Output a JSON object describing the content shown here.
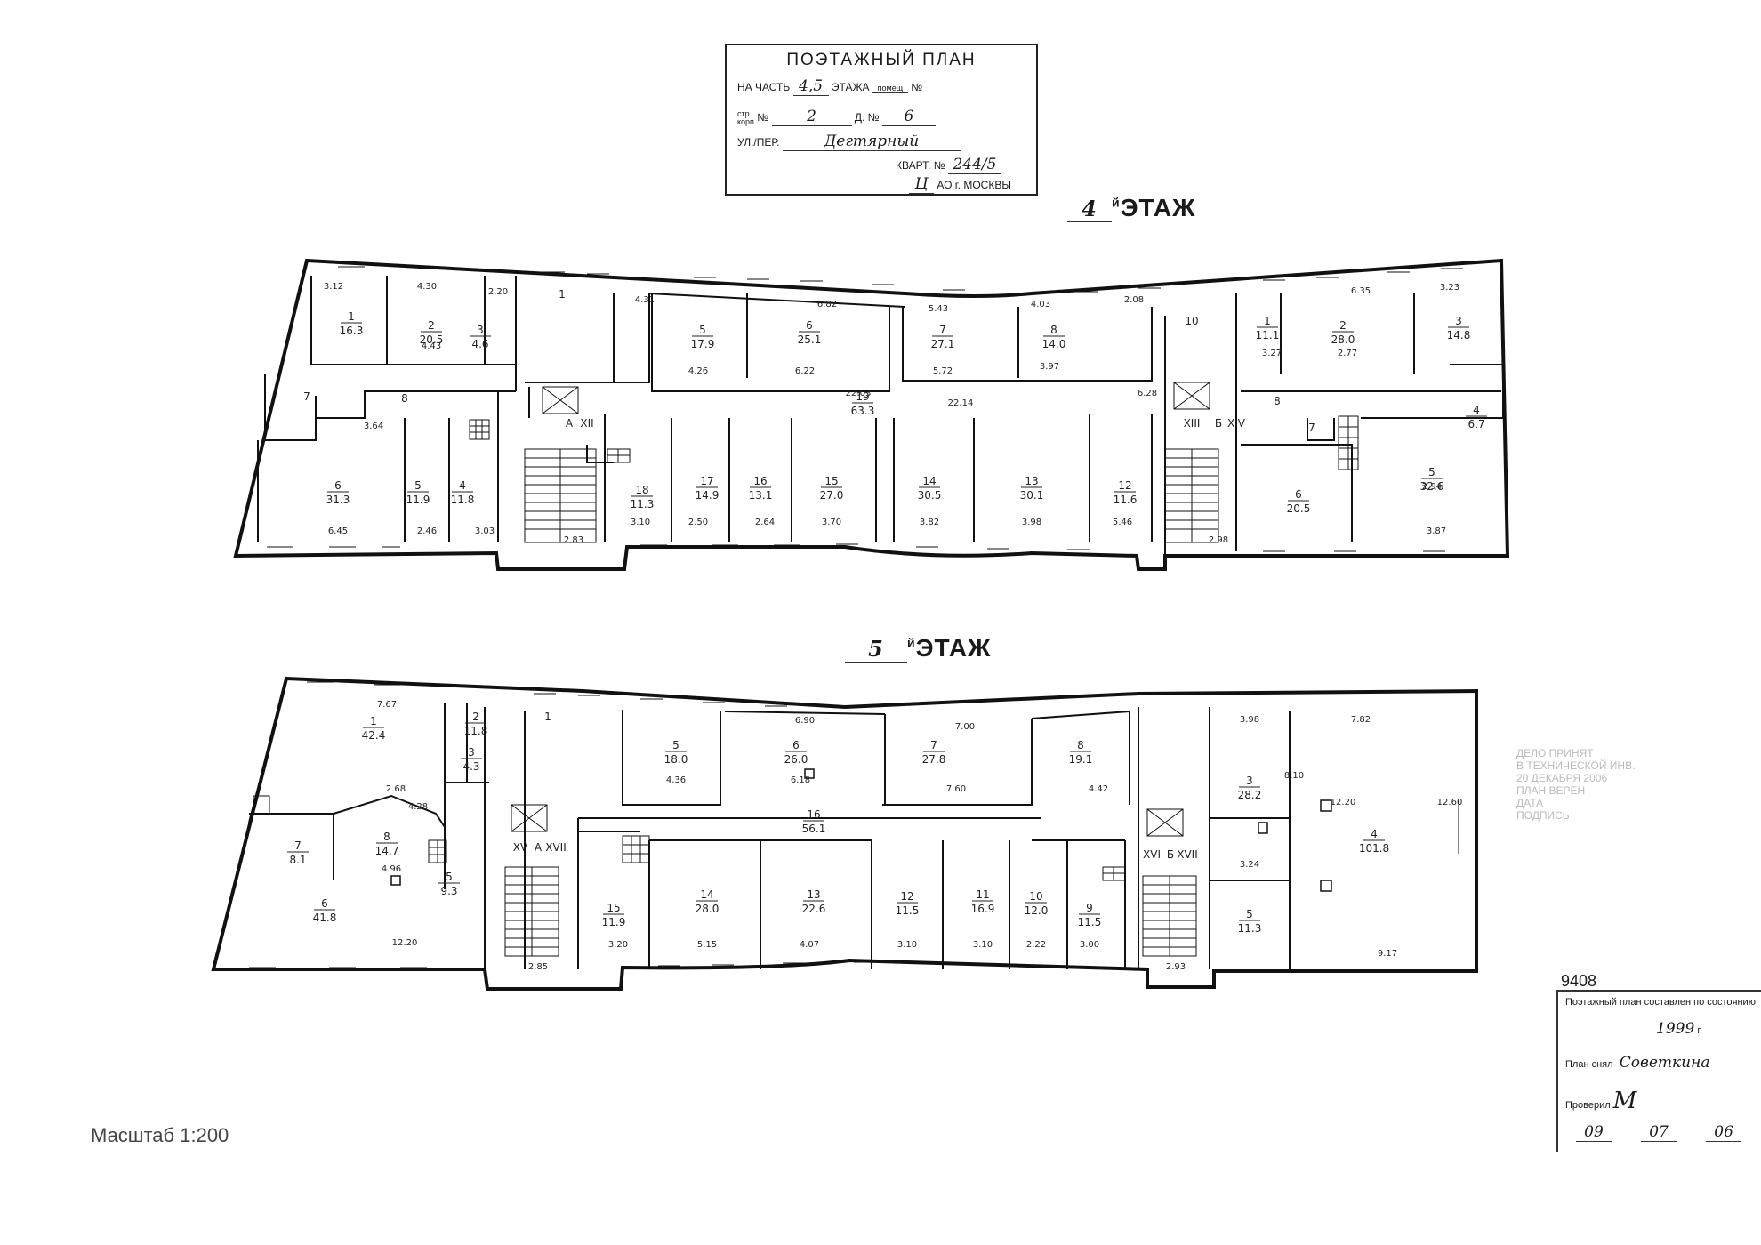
{
  "stamp": {
    "title": "ПОЭТАЖНЫЙ ПЛАН",
    "na_chast": "НА ЧАСТЬ",
    "part_value": "4,5",
    "etazha": "ЭТАЖА",
    "pomesh": "помещ",
    "no_sign": "№",
    "str": "стр",
    "korp": "корп",
    "str_no_label": "№",
    "str_value": "2",
    "dom_label": "Д. №",
    "dom_value": "6",
    "street_label": "УЛ./ПЕР.",
    "street_value": "Дегтярный",
    "kvart_label": "КВАРТ. №",
    "kvart_value": "244/5",
    "okrug_value": "Ц",
    "moscow": "АО г. МОСКВЫ"
  },
  "floor4": {
    "num": "4",
    "suffix": "й",
    "label": "ЭТАЖ"
  },
  "floor5": {
    "num": "5",
    "suffix": "й",
    "label": "ЭТАЖ"
  },
  "scale": "Масштаб 1:200",
  "corner_stamp": {
    "code": "9408",
    "line1": "Поэтажный план составлен по состоянию",
    "year": "1999",
    "year_suffix": "г.",
    "author_label": "План снял",
    "author": "Советкина",
    "checked_label": "Проверил",
    "checked_sign": "М",
    "date_day": "09",
    "date_month": "07",
    "date_year": "06"
  },
  "rooms4": [
    {
      "n": "1",
      "a": "16.3"
    },
    {
      "n": "2",
      "a": "20.5"
    },
    {
      "n": "3",
      "a": "4.6"
    },
    {
      "n": "7",
      "a": ""
    },
    {
      "n": "8",
      "a": ""
    },
    {
      "n": "6",
      "a": "31.3"
    },
    {
      "n": "5",
      "a": "11.9"
    },
    {
      "n": "4",
      "a": "11.8"
    },
    {
      "n": "1",
      "a": ""
    },
    {
      "n": "XII",
      "a": ""
    },
    {
      "n": "A",
      "a": ""
    },
    {
      "n": "5",
      "a": "17.9"
    },
    {
      "n": "6",
      "a": "25.1"
    },
    {
      "n": "7",
      "a": "27.1"
    },
    {
      "n": "8",
      "a": "14.0"
    },
    {
      "n": "19",
      "a": "63.3"
    },
    {
      "n": "18",
      "a": "11.3"
    },
    {
      "n": "17",
      "a": "14.9"
    },
    {
      "n": "16",
      "a": "13.1"
    },
    {
      "n": "15",
      "a": "27.0"
    },
    {
      "n": "14",
      "a": "30.5"
    },
    {
      "n": "13",
      "a": "30.1"
    },
    {
      "n": "12",
      "a": "11.6"
    },
    {
      "n": "10",
      "a": ""
    },
    {
      "n": "XIII",
      "a": ""
    },
    {
      "n": "Б",
      "a": ""
    },
    {
      "n": "XIV",
      "a": ""
    },
    {
      "n": "1",
      "a": "11.1"
    },
    {
      "n": "2",
      "a": "28.0"
    },
    {
      "n": "3",
      "a": "14.8"
    },
    {
      "n": "8",
      "a": ""
    },
    {
      "n": "7",
      "a": ""
    },
    {
      "n": "6",
      "a": "20.5"
    },
    {
      "n": "5",
      "a": "32.6"
    },
    {
      "n": "4",
      "a": "6.7"
    }
  ],
  "dims4": [
    "3.12",
    "4.30",
    "2.20",
    "4.31",
    "6.82",
    "5.43",
    "4.03",
    "2.08",
    "6.35",
    "3.23",
    "4.43",
    "4.26",
    "6.22",
    "5.72",
    "3.97",
    "3.27",
    "2.77",
    "3.64",
    "6.45",
    "2.46",
    "3.03",
    "2.83",
    "3.10",
    "2.50",
    "2.64",
    "3.70",
    "3.82",
    "3.98",
    "5.46",
    "2.98",
    "2.94",
    "3.87",
    "6.28",
    "22.03",
    "22.14"
  ],
  "rooms5": [
    {
      "n": "1",
      "a": "42.4"
    },
    {
      "n": "2",
      "a": "11.8"
    },
    {
      "n": "3",
      "a": "4.3"
    },
    {
      "n": "8",
      "a": "14.7"
    },
    {
      "n": "7",
      "a": "8.1"
    },
    {
      "n": "6",
      "a": "41.8"
    },
    {
      "n": "5",
      "a": "9.3"
    },
    {
      "n": "1",
      "a": ""
    },
    {
      "n": "XV",
      "a": ""
    },
    {
      "n": "A",
      "a": ""
    },
    {
      "n": "XVII",
      "a": ""
    },
    {
      "n": "5",
      "a": "18.0"
    },
    {
      "n": "6",
      "a": "26.0"
    },
    {
      "n": "7",
      "a": "27.8"
    },
    {
      "n": "8",
      "a": "19.1"
    },
    {
      "n": "16",
      "a": "56.1"
    },
    {
      "n": "15",
      "a": "11.9"
    },
    {
      "n": "14",
      "a": "28.0"
    },
    {
      "n": "13",
      "a": "22.6"
    },
    {
      "n": "12",
      "a": "11.5"
    },
    {
      "n": "11",
      "a": "16.9"
    },
    {
      "n": "10",
      "a": "12.0"
    },
    {
      "n": "9",
      "a": "11.5"
    },
    {
      "n": "XVI",
      "a": ""
    },
    {
      "n": "Б",
      "a": ""
    },
    {
      "n": "XVII",
      "a": ""
    },
    {
      "n": "3",
      "a": "28.2"
    },
    {
      "n": "5",
      "a": "11.3"
    },
    {
      "n": "4",
      "a": "101.8"
    }
  ],
  "dims5": [
    "7.67",
    "6.90",
    "7.00",
    "3.98",
    "7.82",
    "4.36",
    "6.18",
    "7.60",
    "4.42",
    "2.68",
    "4.28",
    "4.96",
    "12.20",
    "3.20",
    "5.15",
    "4.07",
    "3.10",
    "3.10",
    "2.22",
    "3.00",
    "2.85",
    "2.93",
    "3.24",
    "9.17",
    "12.60",
    "12.20",
    "8.10"
  ],
  "grey_stamp": [
    "ДЕЛО ПРИНЯТ",
    "В ТЕХНИЧЕСКОЙ ИНВ.",
    "20 ДЕКАБРЯ 2006",
    "ПЛАН ВЕРЕН",
    "ДАТА",
    "ПОДПИСЬ"
  ]
}
